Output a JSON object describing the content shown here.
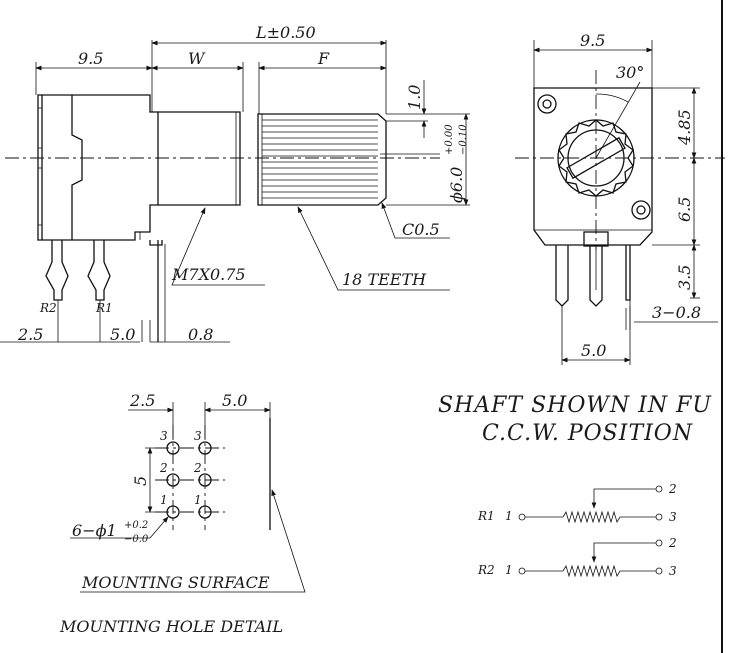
{
  "side_view": {
    "dim_total_length": "L±0.50",
    "dim_body": "9.5",
    "dim_w": "W",
    "dim_f": "F",
    "dim_flat": "1.0",
    "dim_diameter": "ϕ6.0",
    "tol_upper": "+0.00",
    "tol_lower": "−0.10",
    "chamfer": "C0.5",
    "thread": "M7X0.75",
    "teeth": "18 TEETH",
    "pin_r2": "R2",
    "pin_r1": "R1",
    "dim_pitch_a": "2.5",
    "dim_pitch_b": "5.0",
    "dim_thickness": "0.8"
  },
  "front_view": {
    "dim_width": "9.5",
    "angle": "30°",
    "dim_upper": "4.85",
    "dim_lower": "6.5",
    "dim_pin_len": "3.5",
    "dim_pin_w": "3−0.8",
    "dim_pin_spacing": "5.0"
  },
  "hole_detail": {
    "dim_a": "2.5",
    "dim_b": "5.0",
    "dim_vert": "5",
    "col_labels_top": [
      "3",
      "3"
    ],
    "col_labels_mid": [
      "2",
      "2"
    ],
    "col_labels_bot": [
      "1",
      "1"
    ],
    "hole_spec": "6−ϕ1",
    "hole_tol_upper": "+0.2",
    "hole_tol_lower": "−0.0",
    "mounting_surface": "MOUNTING SURFACE",
    "title": "MOUNTING HOLE DETAIL"
  },
  "notes": {
    "line1": "SHAFT SHOWN IN FU",
    "line2": "C.C.W. POSITION"
  },
  "schematic": {
    "r1_label": "R1",
    "r2_label": "R2",
    "pin_1": "1",
    "pin_2": "2",
    "pin_3": "3"
  }
}
